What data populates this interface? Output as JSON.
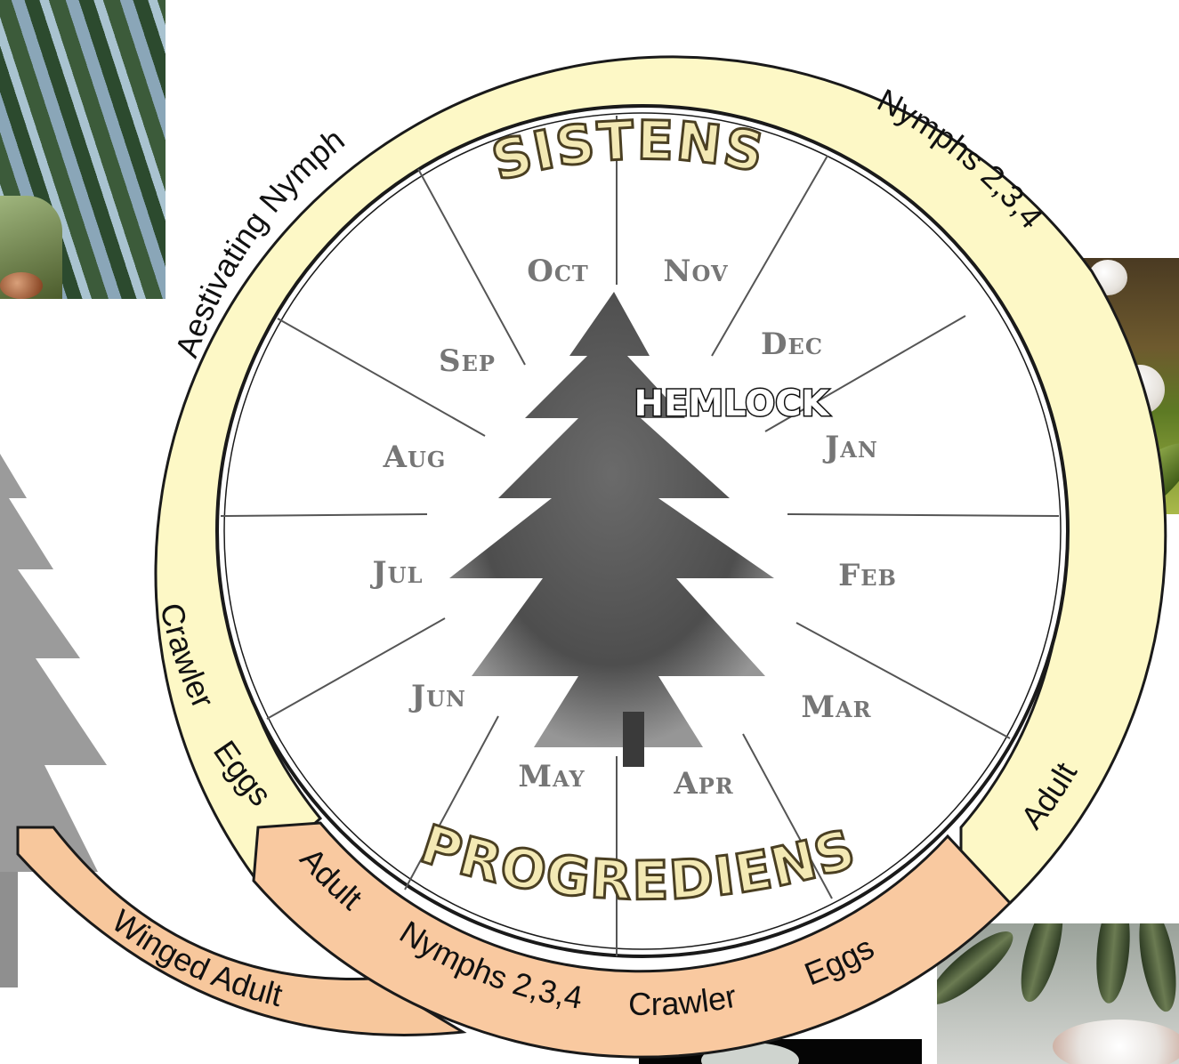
{
  "diagram": {
    "outer_ring_title": "SISTENS",
    "inner_ring_title": "PROGREDIENS",
    "center_label": "HEMLOCK",
    "months": [
      {
        "key": "oct",
        "label": "Oct"
      },
      {
        "key": "nov",
        "label": "Nov"
      },
      {
        "key": "dec",
        "label": "Dec"
      },
      {
        "key": "jan",
        "label": "Jan"
      },
      {
        "key": "feb",
        "label": "Feb"
      },
      {
        "key": "mar",
        "label": "Mar"
      },
      {
        "key": "apr",
        "label": "Apr"
      },
      {
        "key": "may",
        "label": "May"
      },
      {
        "key": "jun",
        "label": "Jun"
      },
      {
        "key": "jul",
        "label": "Jul"
      },
      {
        "key": "aug",
        "label": "Aug"
      },
      {
        "key": "sep",
        "label": "Sep"
      }
    ],
    "sistens_stages": {
      "aestivating_nymph": "Aestivating Nymph",
      "nymphs": "Nymphs 2,3,4",
      "adult": "Adult",
      "crawler": "Crawler",
      "eggs": "Eggs"
    },
    "progrediens_stages": {
      "adult": "Adult",
      "nymphs": "Nymphs 2,3,4",
      "crawler": "Crawler",
      "eggs": "Eggs"
    },
    "winged_stage": "Winged Adult"
  },
  "colors": {
    "sistens_ring": "#fdf8c6",
    "progrediens_band": "#f9c9a0",
    "winged_band": "#f7c79c",
    "outline": "#1a1a1a"
  },
  "icons": [
    "hemlock-tree-icon",
    "adelgid-photo-top-left",
    "adelgid-photo-right",
    "adelgid-photo-bottom-right"
  ]
}
